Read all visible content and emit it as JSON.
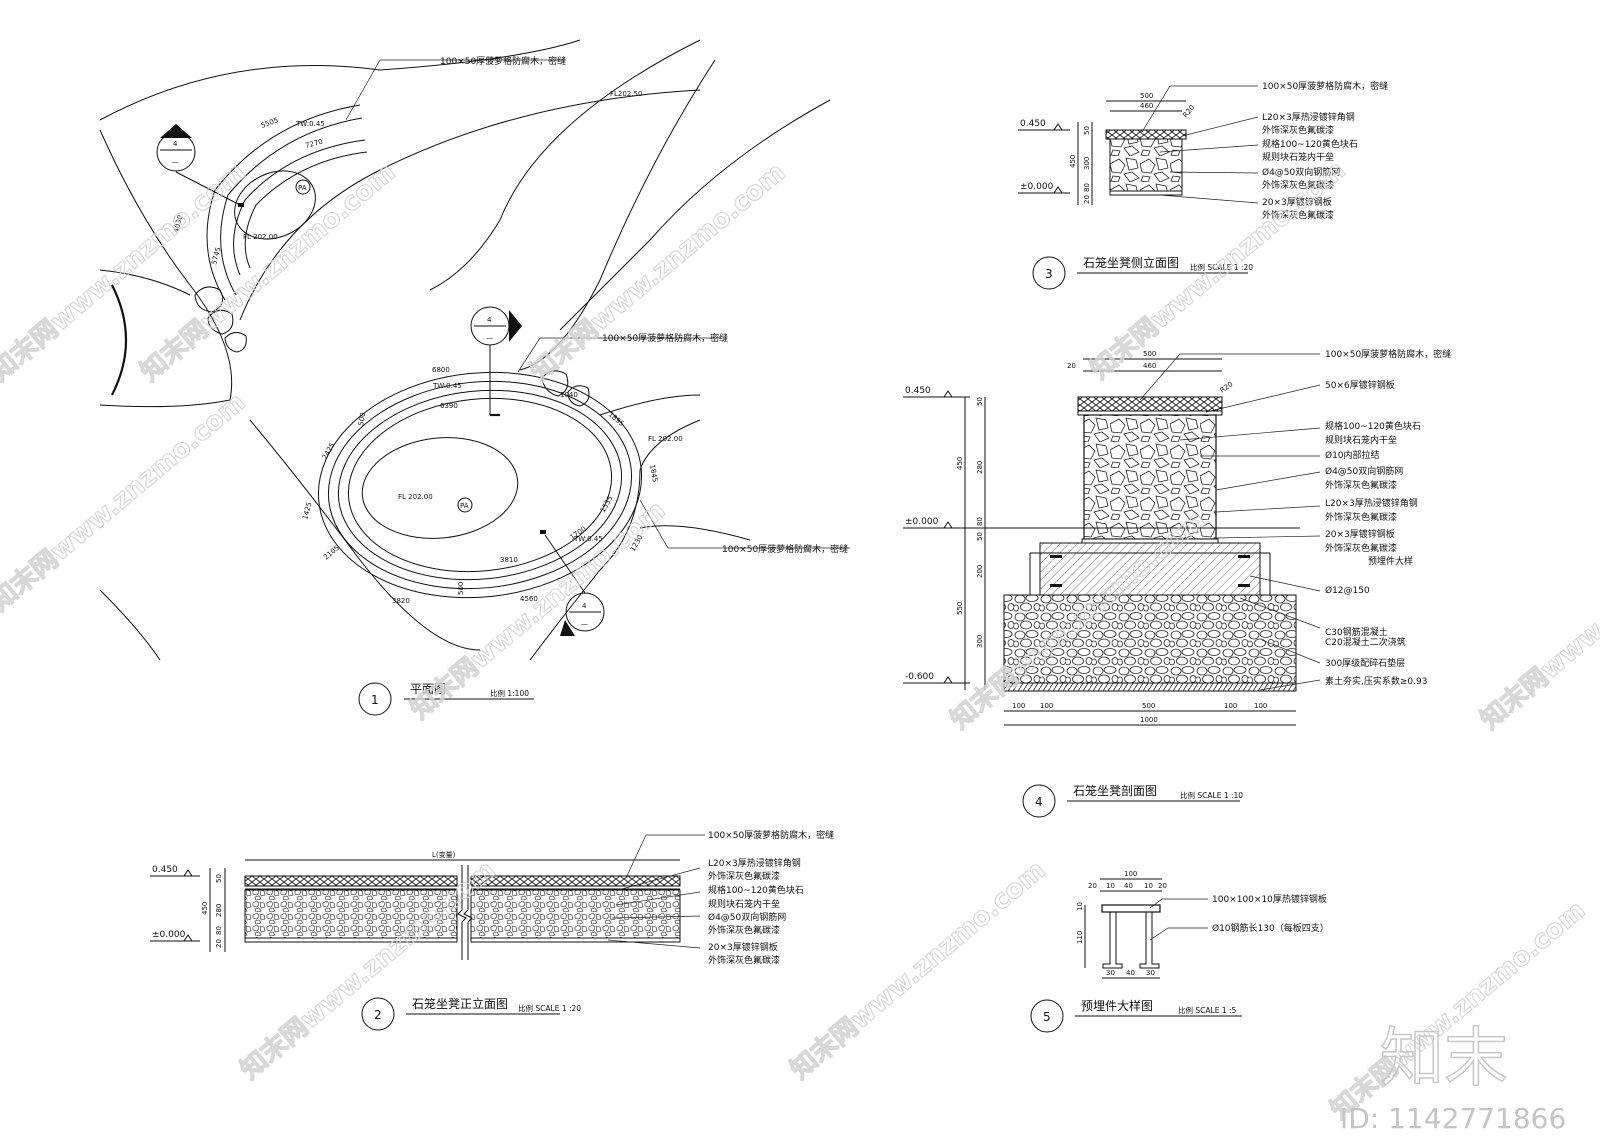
{
  "plan": {
    "title": "平面图",
    "number": "1",
    "scale": "比例 1:100",
    "note_top": "100×50厚菠萝格防腐木，密缝",
    "note_mid": "100×50厚菠萝格防腐木，密缝",
    "note_right": "100×50厚菠萝格防腐木，密缝",
    "fl_top": "FL202.50",
    "fl_small": "FL 202.00",
    "fl_big": "FL 202.00",
    "fl_right": "FL 202.00",
    "pa": "PA",
    "tw": "TW:0.45",
    "section_no": "4",
    "section_dash": "—",
    "dims": [
      "5505",
      "7270",
      "4030",
      "5745",
      "6800",
      "6390",
      "1040",
      "1895",
      "2425",
      "1425",
      "2105",
      "3820",
      "4560",
      "3810",
      "1700",
      "1535",
      "1230",
      "1845",
      "500"
    ]
  },
  "elev_front": {
    "title": "石笼坐凳正立面图",
    "number": "2",
    "scale": "比例 SCALE 1 :20",
    "length_label": "L(变量)",
    "lv_top": "0.450",
    "lv_zero": "±0.000",
    "dims": [
      "50",
      "280",
      "80",
      "20",
      "450"
    ],
    "notes": [
      "100×50厚菠萝格防腐木，密缝",
      "L20×3厚热浸镀锌角钢",
      "外饰深灰色氟碳漆",
      "规格100~120黄色块石",
      "规则块石笼内干垒",
      "Ø4@50双向钢筋网",
      "外饰深灰色氟碳漆",
      "20×3厚镀锌钢板",
      "外饰深灰色氟碳漆"
    ]
  },
  "elev_side": {
    "title": "石笼坐凳侧立面图",
    "number": "3",
    "scale": "比例 SCALE 1 :20",
    "lv_top": "0.450",
    "lv_zero": "±0.000",
    "dims": [
      "500",
      "460",
      "R20",
      "50",
      "300",
      "80",
      "20",
      "450"
    ],
    "notes": [
      "100×50厚菠萝格防腐木，密缝",
      "L20×3厚热浸镀锌角钢",
      "外饰深灰色氟碳漆",
      "规格100~120黄色块石",
      "规则块石笼内干垒",
      "Ø4@50双向钢筋网",
      "外饰深灰色氟碳漆",
      "20×3厚镀锌钢板",
      "外饰深灰色氟碳漆"
    ]
  },
  "section": {
    "title": "石笼坐凳剖面图",
    "number": "4",
    "scale": "比例 SCALE 1 :10",
    "lv_top": "0.450",
    "lv_zero": "±0.000",
    "lv_bottom": "-0.600",
    "dims_top": [
      "500",
      "460",
      "20",
      "R20"
    ],
    "dims_left": [
      "50",
      "280",
      "80",
      "50",
      "200",
      "300",
      "450",
      "550"
    ],
    "dims_bottom": [
      "100",
      "100",
      "500",
      "100",
      "100",
      "1000"
    ],
    "notes": [
      "100×50厚菠萝格防腐木，密缝",
      "50×6厚镀锌钢板",
      "规格100~120黄色块石",
      "规则块石笼内干垒",
      "Ø10内部拉结",
      "Ø4@50双向钢筋网",
      "外饰深灰色氟碳漆",
      "L20×3厚热浸镀锌角钢",
      "外饰深灰色氟碳漆",
      "20×3厚镀锌钢板",
      "外饰深灰色氟碳漆",
      "预埋件大样",
      "Ø12@150",
      "C30钢筋混凝土",
      "C20混凝土二次浇筑",
      "300厚级配碎石垫层",
      "素土夯实,压实系数≥0.93"
    ]
  },
  "embed": {
    "title": "预埋件大样图",
    "number": "5",
    "scale": "比例 SCALE 1 :5",
    "dims": [
      "100",
      "20",
      "10",
      "40",
      "10",
      "20",
      "10",
      "110",
      "30",
      "40",
      "30"
    ],
    "notes": [
      "100×100×10厚热镀锌钢板",
      "Ø10钢筋长130（每板四支）"
    ]
  },
  "watermark": {
    "site": "知末网www.znzmo.com",
    "logo": "知末",
    "id": "ID: 1142771866"
  }
}
